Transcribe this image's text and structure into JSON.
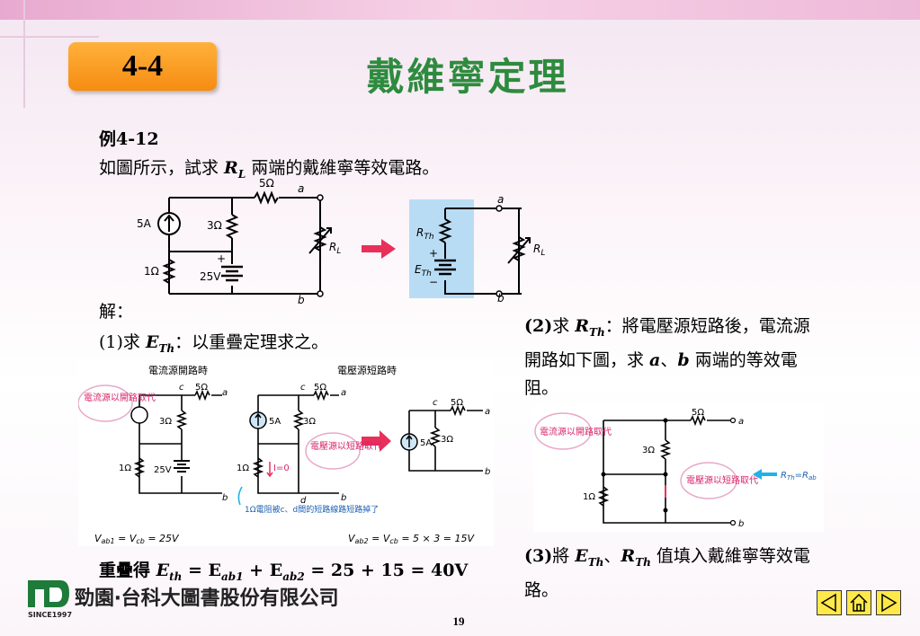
{
  "header": {
    "badge": "4-4",
    "title": "戴維寧定理"
  },
  "example": {
    "label": "例4-12",
    "q_pre": "如圖所示，試求 ",
    "q_var": "R",
    "q_sub": "L",
    "q_post": " 兩端的戴維寧等效電路。"
  },
  "solution": {
    "label": "解：",
    "p1_num": "(1)",
    "p1_a": "求 ",
    "p1_var": "E",
    "p1_sub": "Th",
    "p1_b": "：以重疊定理求之。",
    "p2_num": "(2)",
    "p2_a": "求 ",
    "p2_var": "R",
    "p2_sub": "Th",
    "p2_b": "：將電壓源短路後，電流源開路如下圖，求 ",
    "p2_x": "a",
    "p2_sep": "、",
    "p2_y": "b",
    "p2_c": " 兩端的等效電阻。",
    "p3_num": "(3)",
    "p3_a": "將 ",
    "p3_v1": "E",
    "p3_s1": "Th",
    "p3_sep": "、",
    "p3_v2": "R",
    "p3_s2": "Th",
    "p3_b": " 值填入戴維寧等效電路。",
    "sum_a": "重疊得 ",
    "sum_eq": "E",
    "sum_th": "th",
    "sum_eq2": " = E",
    "sum_ab1": "ab1",
    "sum_eq3": " + E",
    "sum_ab2": "ab2",
    "sum_eq4": " = 25 + 15 = 40V"
  },
  "diagrams": {
    "ohm5": "5Ω",
    "ohm3": "3Ω",
    "ohm1": "1Ω",
    "src5a": "5A",
    "src25v": "25V",
    "a": "a",
    "b": "b",
    "c": "c",
    "d": "d",
    "rl": "R",
    "rl_sub": "L",
    "rth": "R",
    "rth_sub": "Th",
    "eth": "E",
    "eth_sub": "Th",
    "plus": "+",
    "minus": "−",
    "left_title": "電流源開路時",
    "right_title": "電壓源短路時",
    "cloud_open": "電流源以開路取代",
    "cloud_short": "電壓源以短路取代",
    "i0": "I=0",
    "note": "1Ω電阻被c、d間的短路線路短路掉了",
    "vab1": "V",
    "vab1_sub": "ab1",
    "vab1_eq": " = V",
    "vab1_cb": "cb",
    "vab1_val": " = 25V",
    "vab2": "V",
    "vab2_sub": "ab2",
    "vab2_eq": " = V",
    "vab2_cb": "cb",
    "vab2_val": " = 5 × 3 = 15V",
    "rth_eq": "R",
    "rth_eq_sub": "Th",
    "rth_eq_rest": "=R",
    "rth_eq_ab": "ab"
  },
  "footer": {
    "company": "勁園‧台科大圖書股份有限公司",
    "since": "SINCE1997",
    "page": "19"
  },
  "nav": {
    "prev_icon": "triangle-left-icon",
    "home_icon": "home-icon",
    "next_icon": "triangle-right-icon"
  },
  "colors": {
    "title": "#2e8b3e",
    "badge": "#f68c12",
    "arrow": "#e8305a",
    "cyan_arrow": "#1fb3e8",
    "cloud_text": "#d8246a",
    "shade": "#b9dcf5"
  }
}
